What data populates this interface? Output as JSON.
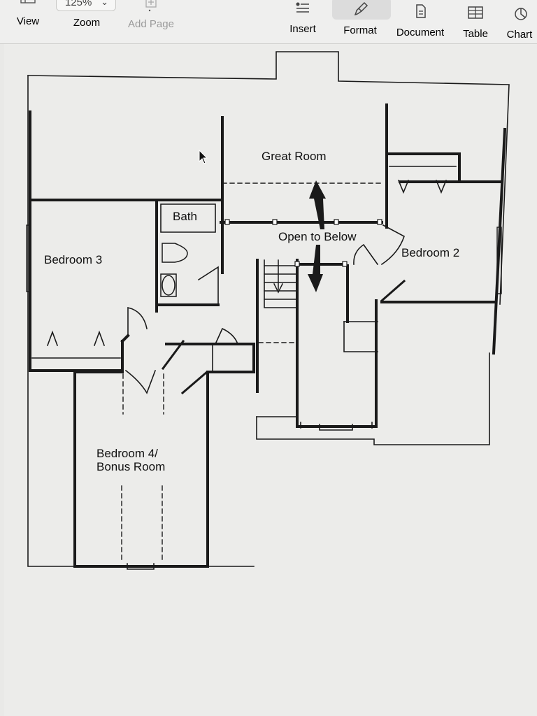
{
  "toolbar": {
    "view": "View",
    "zoom_label": "Zoom",
    "zoom_value": "125%",
    "add_page": "Add Page",
    "insert": "Insert",
    "format": "Format",
    "document": "Document",
    "table": "Table",
    "chart": "Chart"
  },
  "plan": {
    "great_room": "Great Room",
    "bath": "Bath",
    "bedroom3": "Bedroom 3",
    "open_to_below": "Open to Below",
    "bedroom2": "Bedroom 2",
    "bedroom4_line1": "Bedroom 4/",
    "bedroom4_line2": "Bonus Room"
  }
}
